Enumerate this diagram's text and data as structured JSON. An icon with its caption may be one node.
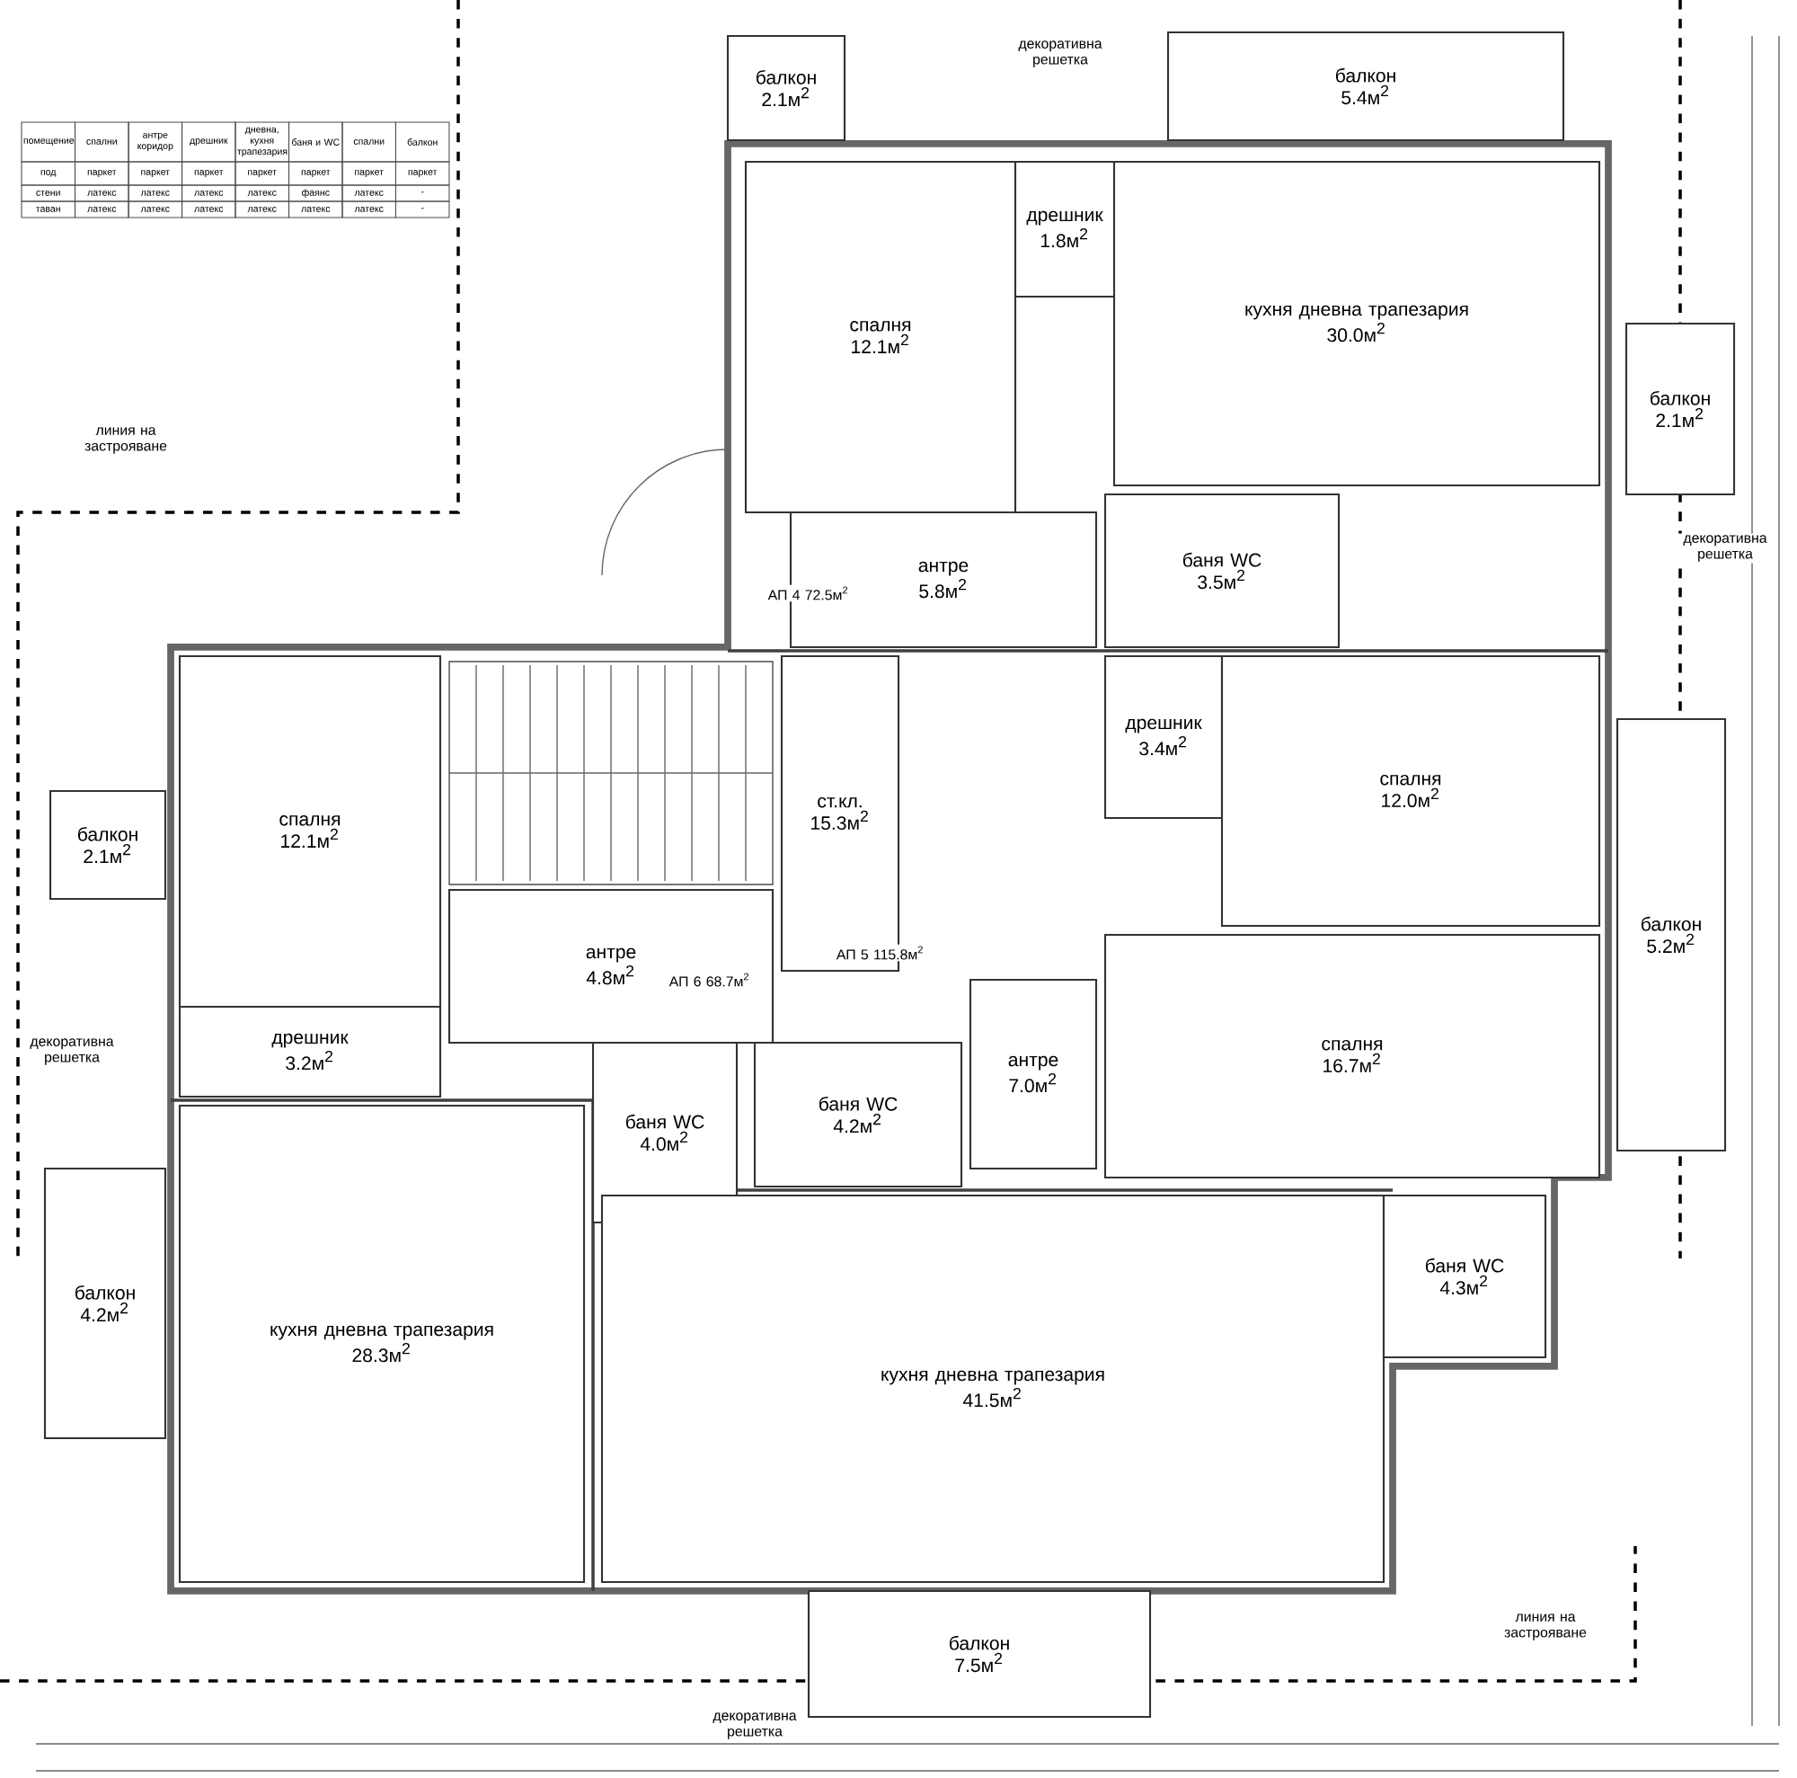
{
  "diagram": {
    "nodes": [
      {
        "text": [
          "балкон",
          "2.1м$^{2}$"
        ]
      },
      {
        "text": [
          "балкон",
          "5.4м$^{2}$"
        ]
      },
      {
        "text": [
          "спалня",
          "12.1м$^{2}$"
        ]
      },
      {
        "text": [
          "дрешник",
          "1.8м$^{2}$"
        ]
      },
      {
        "text": [
          "кухня дневна трапезария",
          "30.0м$^{2}$"
        ]
      },
      {
        "text": [
          "балкон",
          "2.1м$^{2}$"
        ]
      },
      {
        "text": [
          "антре",
          "5.8м$^{2}$"
        ]
      },
      {
        "text": [
          "баня WC",
          "3.5м$^{2}$"
        ]
      },
      {
        "text": [
          "спалня",
          "12.1м$^{2}$"
        ]
      },
      {
        "text": [
          "балкон",
          "2.1м$^{2}$"
        ]
      },
      {
        "text": [
          "дрешник",
          "3.2м$^{2}$"
        ]
      },
      {
        "text": [
          "ст.кл.",
          "15.3м$^{2}$"
        ]
      },
      {
        "text": [
          "антре",
          "4.8м$^{2}$"
        ]
      },
      {
        "text": [
          "дрешник",
          "3.4м$^{2}$"
        ]
      },
      {
        "text": [
          "спалня",
          "12.0м$^{2}$"
        ]
      },
      {
        "text": [
          "балкон",
          "5.2м$^{2}$"
        ]
      },
      {
        "text": [
          "антре",
          "7.0м$^{2}$"
        ]
      },
      {
        "text": [
          "баня WC",
          "4.0м$^{2}$"
        ]
      },
      {
        "text": [
          "баня WC",
          "4.2м$^{2}$"
        ]
      },
      {
        "text": [
          "спалня",
          "16.7м$^{2}$"
        ]
      },
      {
        "text": [
          "балкон",
          "4.2м$^{2}$"
        ]
      },
      {
        "text": [
          "кухня дневна трапезария",
          "28.3м$^{2}$"
        ]
      },
      {
        "text": [
          "кухня дневна трапезария",
          "41.5м$^{2}$"
        ]
      },
      {
        "text": [
          "баня WC",
          "4.3м$^{2}$"
        ]
      },
      {
        "text": [
          "балкон",
          "7.5м$^{2}$"
        ]
      }
    ],
    "labels": [
      "помещение",
      "спални",
      "антре коридор",
      "дрешник",
      "дневна, кухня трапезария",
      "баня и WC",
      "спални",
      "балкон",
      "под",
      "паркет",
      "паркет",
      "паркет",
      "паркет",
      "паркет",
      "паркет",
      "паркет",
      "стени",
      "латекс",
      "латекс",
      "латекс",
      "латекс",
      "фаянс",
      "латекс",
      "-",
      "таван",
      "латекс",
      "латекс",
      "латекс",
      "латекс",
      "латекс",
      "латекс",
      "-",
      "АП 4 72.5м$^{2}$",
      "АП 6 68.7м$^{2}$",
      "АП 5 115.8м$^{2}$",
      "декоративна решетка",
      "декоративна решетка",
      "декоративна решетка",
      "декоративна решетка",
      "линия на застрояване",
      "линия на застрояване"
    ]
  }
}
